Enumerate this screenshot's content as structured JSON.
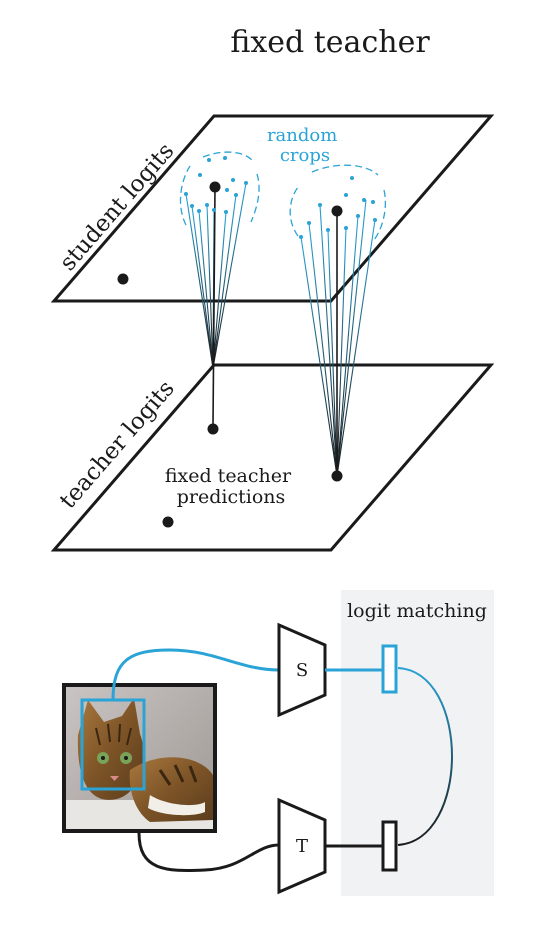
{
  "title": "fixed teacher",
  "upper_plane_label": "student logits",
  "lower_plane_label": "teacher logits",
  "random_crops_label": [
    "random",
    "crops"
  ],
  "fixed_predictions_label": [
    "fixed teacher",
    "predictions"
  ],
  "matching_panel_label": "logit matching",
  "student_net_label": "S",
  "teacher_net_label": "T",
  "colors": {
    "ink": "#1a1a1a",
    "accent": "#2aa3d6",
    "panel": "#f1f2f4"
  },
  "icons": [
    "cat-photo-image",
    "crop-box",
    "student-trapezoid",
    "teacher-trapezoid"
  ]
}
